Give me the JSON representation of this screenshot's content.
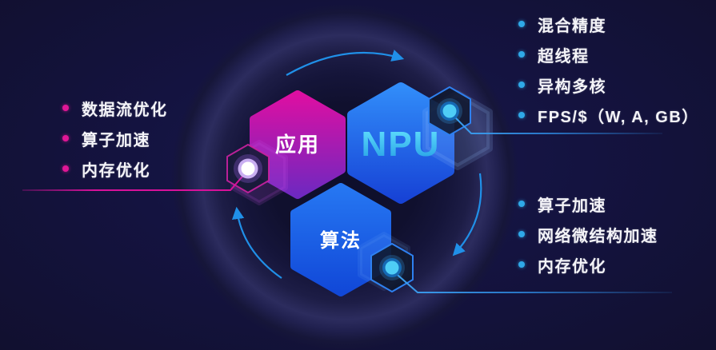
{
  "hexagons": {
    "app": {
      "label": "应用"
    },
    "npu": {
      "label": "NPU"
    },
    "algo": {
      "label": "算法"
    }
  },
  "lists": {
    "left": {
      "items": [
        "数据流优化",
        "算子加速",
        "内存优化"
      ]
    },
    "right_top": {
      "items": [
        "混合精度",
        "超线程",
        "异构多核",
        "FPS/$（W, A, GB）"
      ]
    },
    "right_bottom": {
      "items": [
        "算子加速",
        "网络微结构加速",
        "内存优化"
      ]
    }
  },
  "colors": {
    "background": "#14143a",
    "magenta_accent": "#d8119a",
    "blue_accent": "#2090e8",
    "cyan_text": "#3ed1f8",
    "app_hex_top": "#dd0fa2",
    "app_hex_bottom": "#6f28c0",
    "npu_hex_top": "#318cf9",
    "npu_hex_bottom": "#1743d6",
    "algo_hex_top": "#2677f2",
    "algo_hex_bottom": "#1148d8",
    "list_bullet_left": "#e01796",
    "list_bullet_right": "#2fa9e8"
  }
}
